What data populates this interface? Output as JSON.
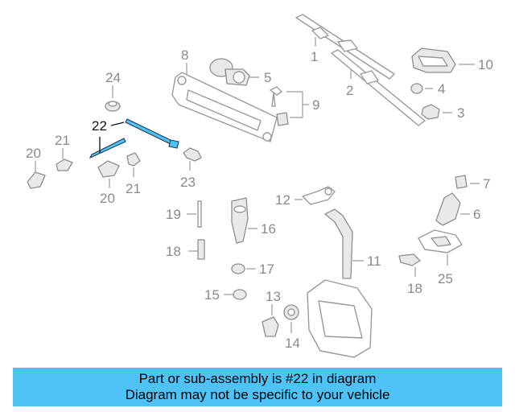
{
  "callouts": {
    "c1": "1",
    "c2": "2",
    "c3": "3",
    "c4": "4",
    "c5": "5",
    "c6": "6",
    "c7": "7",
    "c8": "8",
    "c9": "9",
    "c10": "10",
    "c11": "11",
    "c12": "12",
    "c13": "13",
    "c14": "14",
    "c15": "15",
    "c16": "16",
    "c17": "17",
    "c18a": "18",
    "c18b": "18",
    "c19": "19",
    "c20a": "20",
    "c20b": "20",
    "c21a": "21",
    "c21b": "21",
    "c22": "22",
    "c23": "23",
    "c24": "24",
    "c25": "25"
  },
  "highlight": {
    "part_number": "22",
    "color": "#4fc3f7"
  },
  "banner": {
    "line1": "Part or sub-assembly is #22 in diagram",
    "line2": "Diagram may not be specific to your vehicle",
    "background": "#4fc3f7"
  }
}
